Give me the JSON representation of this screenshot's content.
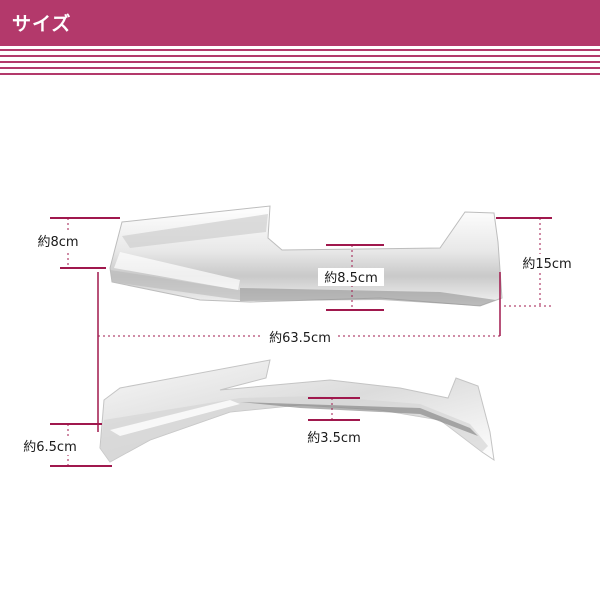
{
  "header": {
    "title": "サイズ"
  },
  "colors": {
    "accent": "#b3396b",
    "dimension_line": "#a0184d"
  },
  "dimensions": {
    "top_left_height": "約8cm",
    "top_center_height": "約8.5cm",
    "right_height": "約15cm",
    "overall_width": "約63.5cm",
    "bottom_left_height": "約6.5cm",
    "bottom_center_height": "約3.5cm"
  }
}
